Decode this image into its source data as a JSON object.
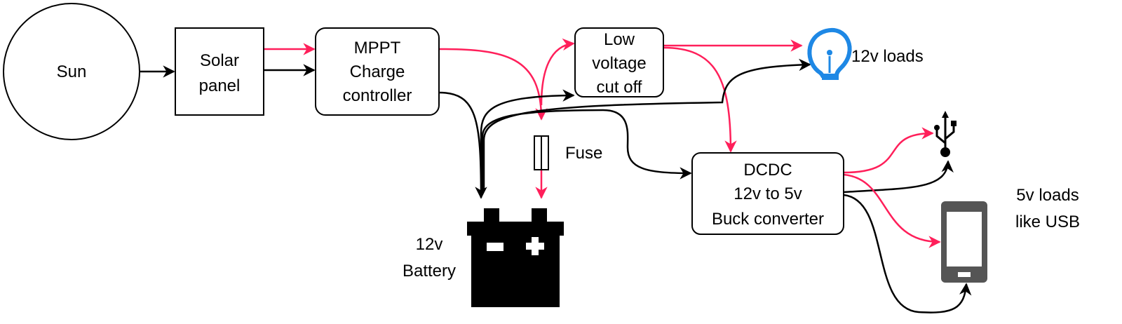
{
  "nodes": {
    "sun": "Sun",
    "solar_panel": [
      "Solar",
      "panel"
    ],
    "mppt": [
      "MPPT",
      "Charge",
      "controller"
    ],
    "lvc": [
      "Low",
      "voltage",
      "cut off"
    ],
    "fuse": "Fuse",
    "battery": [
      "12v",
      "Battery"
    ],
    "dcdc": [
      "DCDC",
      "12v to 5v",
      "Buck converter"
    ],
    "loads_12v": "12v loads",
    "loads_5v": [
      "5v loads",
      "like USB"
    ]
  },
  "colors": {
    "positive_wire": "#ff1f5a",
    "negative_wire": "#000000",
    "bulb": "#1e88e5",
    "phone": "#555555"
  },
  "icons": [
    "sun-circle",
    "battery-icon",
    "fuse-icon",
    "lightbulb-icon",
    "usb-icon",
    "smartphone-icon"
  ]
}
